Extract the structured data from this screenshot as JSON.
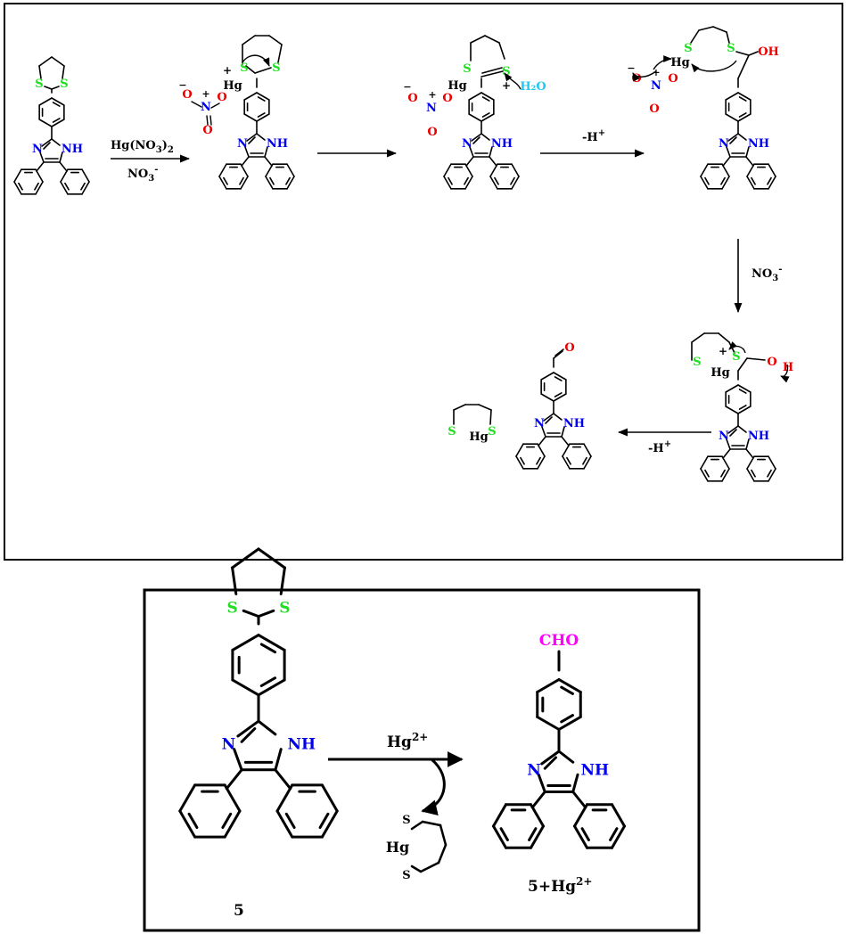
{
  "colors": {
    "sulfur": "#22dd22",
    "nitrogen": "#0000ee",
    "oxygen": "#ee0000",
    "water": "#22c8f0",
    "aldehyde": "#ff00ff",
    "ink": "#000000"
  },
  "atoms": {
    "S": "S",
    "N": "N",
    "NH": "NH",
    "O": "O",
    "OH": "OH",
    "H": "H",
    "Hg": "Hg",
    "plus": "+",
    "minus": "−",
    "H2O": "H₂O",
    "CHO": "CHO"
  },
  "mechanism": {
    "reagent_1": {
      "main": "Hg(NO",
      "sub": "3",
      "close": ")",
      "sub2": "2"
    },
    "reagent_1b": {
      "main": "NO",
      "sub": "3",
      "sup": "-"
    },
    "step_3": {
      "main": "-H",
      "sup": "+"
    },
    "step_4": {
      "main": "NO",
      "sub": "3",
      "sup": "-"
    },
    "step_5": {
      "main": "-H",
      "sup": "+"
    }
  },
  "summary": {
    "reagent": {
      "main": "Hg",
      "sup": "2+"
    },
    "compound_label": "5",
    "product_label": {
      "main": "5+Hg",
      "sup": "2+"
    }
  }
}
